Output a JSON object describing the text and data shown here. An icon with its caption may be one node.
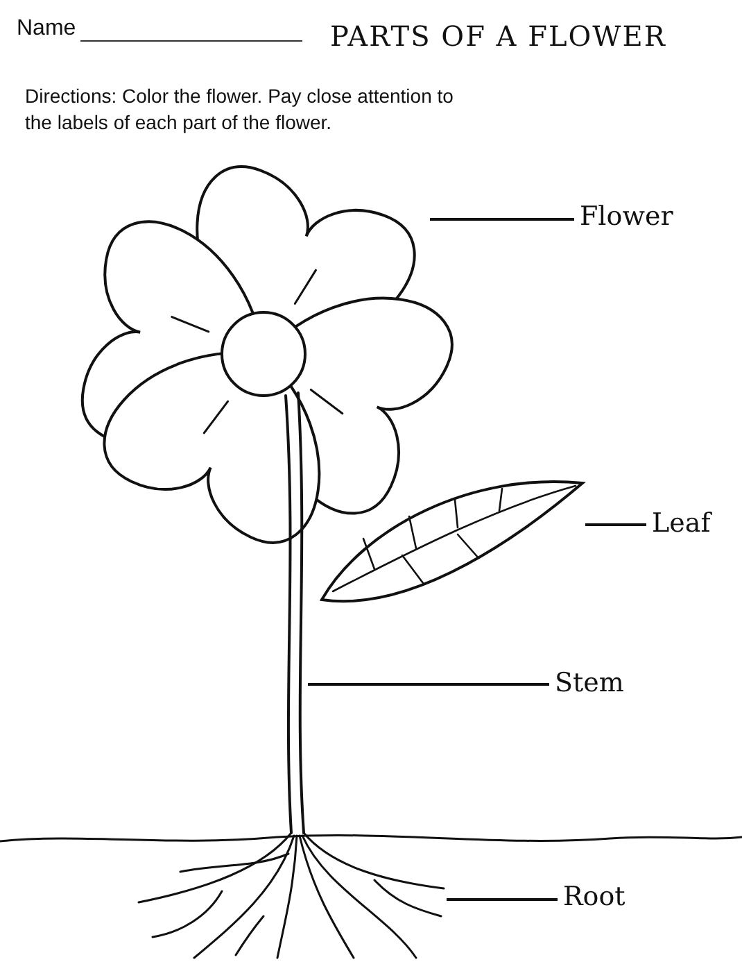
{
  "diagram": {
    "title": "PARTS OF A FLOWER",
    "nodes": [
      {
        "text": [
          "Flower"
        ]
      },
      {
        "text": [],
        "shape": "picture"
      },
      {
        "text": [
          "Leaf"
        ]
      },
      {
        "text": [],
        "shape": "picture"
      },
      {
        "text": [
          "Stem"
        ]
      },
      {
        "text": [],
        "shape": "picture"
      },
      {
        "text": [
          "Root"
        ]
      },
      {
        "text": [],
        "shape": "picture"
      }
    ],
    "edges": [
      {
        "from": 0,
        "to": 1,
        "arrow": "none"
      },
      {
        "from": 2,
        "to": 3,
        "arrow": "none"
      },
      {
        "from": 4,
        "to": 5,
        "arrow": "none"
      },
      {
        "from": 6,
        "to": 7,
        "arrow": "none"
      }
    ],
    "labels": [
      "Name",
      "Directions: Color the flower. Pay close attention to the labels of each part of the flower."
    ]
  }
}
